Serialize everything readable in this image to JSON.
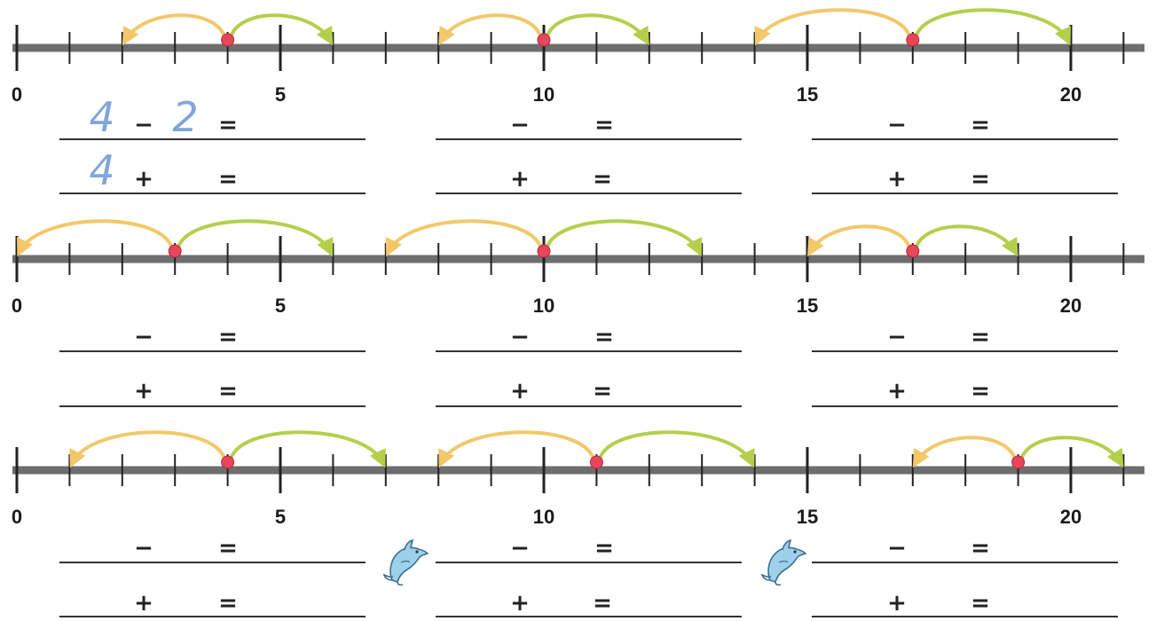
{
  "number_line": {
    "min": 0,
    "max": 21,
    "labels": [
      "0",
      "5",
      "10",
      "15",
      "20"
    ],
    "colors": {
      "line": "#6e6e6e",
      "back_arc": "#f2c86a",
      "forward_arc": "#b5cf4c",
      "start_point": "#e8465a",
      "writing_line": "#333333",
      "handwriting": "#7fa6d9"
    }
  },
  "minus_sign": "−",
  "plus_sign": "+",
  "equals_sign": "=",
  "rows": [
    {
      "jumps": [
        {
          "start": 4,
          "back_to": 2,
          "forward_to": 6
        },
        {
          "start": 10,
          "back_to": 8,
          "forward_to": 12
        },
        {
          "start": 17,
          "back_to": 14,
          "forward_to": 20
        }
      ]
    },
    {
      "jumps": [
        {
          "start": 3,
          "back_to": 0,
          "forward_to": 6
        },
        {
          "start": 10,
          "back_to": 7,
          "forward_to": 13
        },
        {
          "start": 17,
          "back_to": 15,
          "forward_to": 19
        }
      ]
    },
    {
      "jumps": [
        {
          "start": 4,
          "back_to": 1,
          "forward_to": 7
        },
        {
          "start": 11,
          "back_to": 8,
          "forward_to": 14
        },
        {
          "start": 19,
          "back_to": 17,
          "forward_to": 21
        }
      ]
    }
  ],
  "handwritten": {
    "subtraction_first": "4",
    "subtraction_second": "2",
    "addition_first": "4"
  },
  "icons": {
    "mascot": "dolphin-icon"
  }
}
